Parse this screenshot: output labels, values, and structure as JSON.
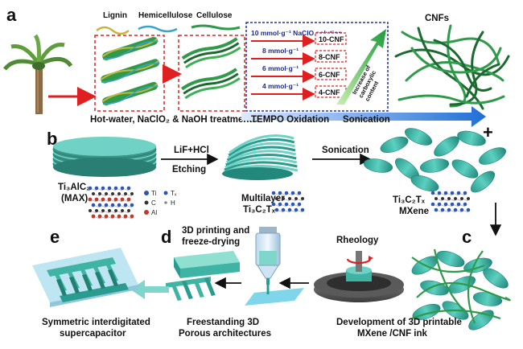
{
  "panel_letters": [
    "a",
    "b",
    "c",
    "d",
    "e"
  ],
  "panel_a": {
    "component_labels": {
      "lignin": "Lignin",
      "hemicellulose": "Hemicellulose",
      "cellulose": "Cellulose"
    },
    "pretreatment_caption": "Hot-water, NaClO₂ & NaOH treatments",
    "tempo_box": {
      "rows": [
        {
          "amount": "10 mmol·g⁻¹ NaClO solution",
          "product": "10-CNF"
        },
        {
          "amount": "8 mmol·g⁻¹",
          "product": "8-CNF"
        },
        {
          "amount": "6 mmol·g⁻¹",
          "product": "6-CNF"
        },
        {
          "amount": "4 mmol·g⁻¹",
          "product": "4-CNF"
        }
      ],
      "gradient_label_line1": "Increase of",
      "gradient_label_line2": "carboxylic",
      "gradient_label_line3": "content"
    },
    "process_labels": {
      "tempo": "TEMPO Oxidation",
      "sonication": "Sonication"
    },
    "cnfs_label": "CNFs",
    "plus_sign": "+"
  },
  "panel_b": {
    "max_label_line1": "Ti₃AlC₂",
    "max_label_line2": "(MAX)",
    "etch_reagent": "LiF+HCl",
    "etch_label": "Etching",
    "legend": {
      "ti": "Ti",
      "tx": "Tₓ",
      "c": "C",
      "h": "H",
      "al": "Al"
    },
    "multilayer_line1": "Multilayer",
    "multilayer_line2": "Ti₃C₂Tₓ",
    "sonication_label": "Sonication",
    "mxene_line1": "Ti₃C₂Tₓ",
    "mxene_line2": "MXene"
  },
  "panel_c": {
    "rheology_label": "Rheology",
    "caption_line1": "Development of 3D printable",
    "caption_line2": "MXene /CNF ink"
  },
  "panel_d": {
    "top_line1": "3D printing and",
    "top_line2": "freeze-drying",
    "caption_line1": "Freestanding 3D",
    "caption_line2": "Porous architectures"
  },
  "panel_e": {
    "caption_line1": "Symmetric interdigitated",
    "caption_line2": "supercapacitor"
  },
  "colors": {
    "mxene_teal": "#3fb4a4",
    "mxene_dark": "#1f7f74",
    "fiber_green": "#2f9a4a",
    "fiber_dark": "#1d6a30",
    "arrow_red": "#e02020",
    "arrow_blue": "#1f6fd6",
    "box_red": "#e02020",
    "box_blue": "#2030a0",
    "ti_blue": "#2a56b8",
    "al_red": "#c0392b"
  }
}
